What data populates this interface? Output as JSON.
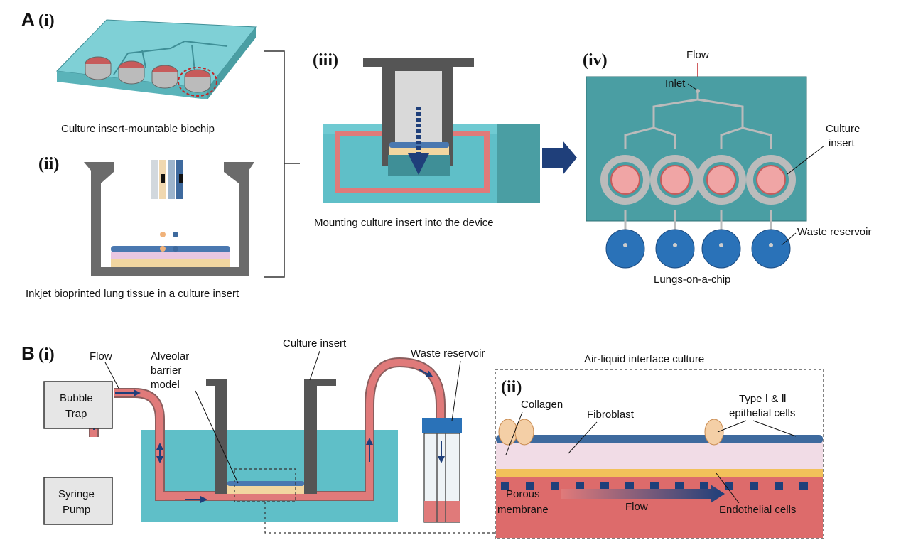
{
  "panel_a": {
    "letter": "A",
    "sub_i": "(i)",
    "sub_ii": "(ii)",
    "sub_iii": "(iii)",
    "sub_iv": "(iv)",
    "caption_i": "Culture insert-mountable biochip",
    "caption_ii": "Inkjet bioprinted lung tissue in a culture insert",
    "caption_iii": "Mounting culture insert into the device",
    "caption_iv": "Lungs-on-a-chip",
    "flow": "Flow",
    "inlet": "Inlet",
    "culture_insert_line1": "Culture",
    "culture_insert_line2": "insert",
    "waste_reservoir": "Waste reservoir"
  },
  "panel_b": {
    "letter": "B",
    "sub_i": "(i)",
    "sub_ii": "(ii)",
    "flow": "Flow",
    "bubble_trap_line1": "Bubble",
    "bubble_trap_line2": "Trap",
    "syringe_line1": "Syringe",
    "syringe_line2": "Pump",
    "alveolar_line1": "Alveolar",
    "alveolar_line2": "barrier",
    "alveolar_line3": "model",
    "culture_insert": "Culture insert",
    "waste_reservoir": "Waste reservoir",
    "ali_title": "Air-liquid interface culture",
    "collagen": "Collagen",
    "fibroblast": "Fibroblast",
    "type_line1": "Type Ⅰ & Ⅱ",
    "type_line2": "epithelial cells",
    "porous_line1": "Porous",
    "porous_line2": "membrane",
    "flow_inner": "Flow",
    "endothelial": "Endothelial cells"
  },
  "colors": {
    "teal": "#5fbfc8",
    "teal_dark": "#3f8f97",
    "pink": "#e07a7a",
    "navy": "#1f3f7a",
    "insert_gray": "#5a5a5a",
    "reservoir_blue": "#2a72b8",
    "chip_teal": "#4a9ea3"
  }
}
